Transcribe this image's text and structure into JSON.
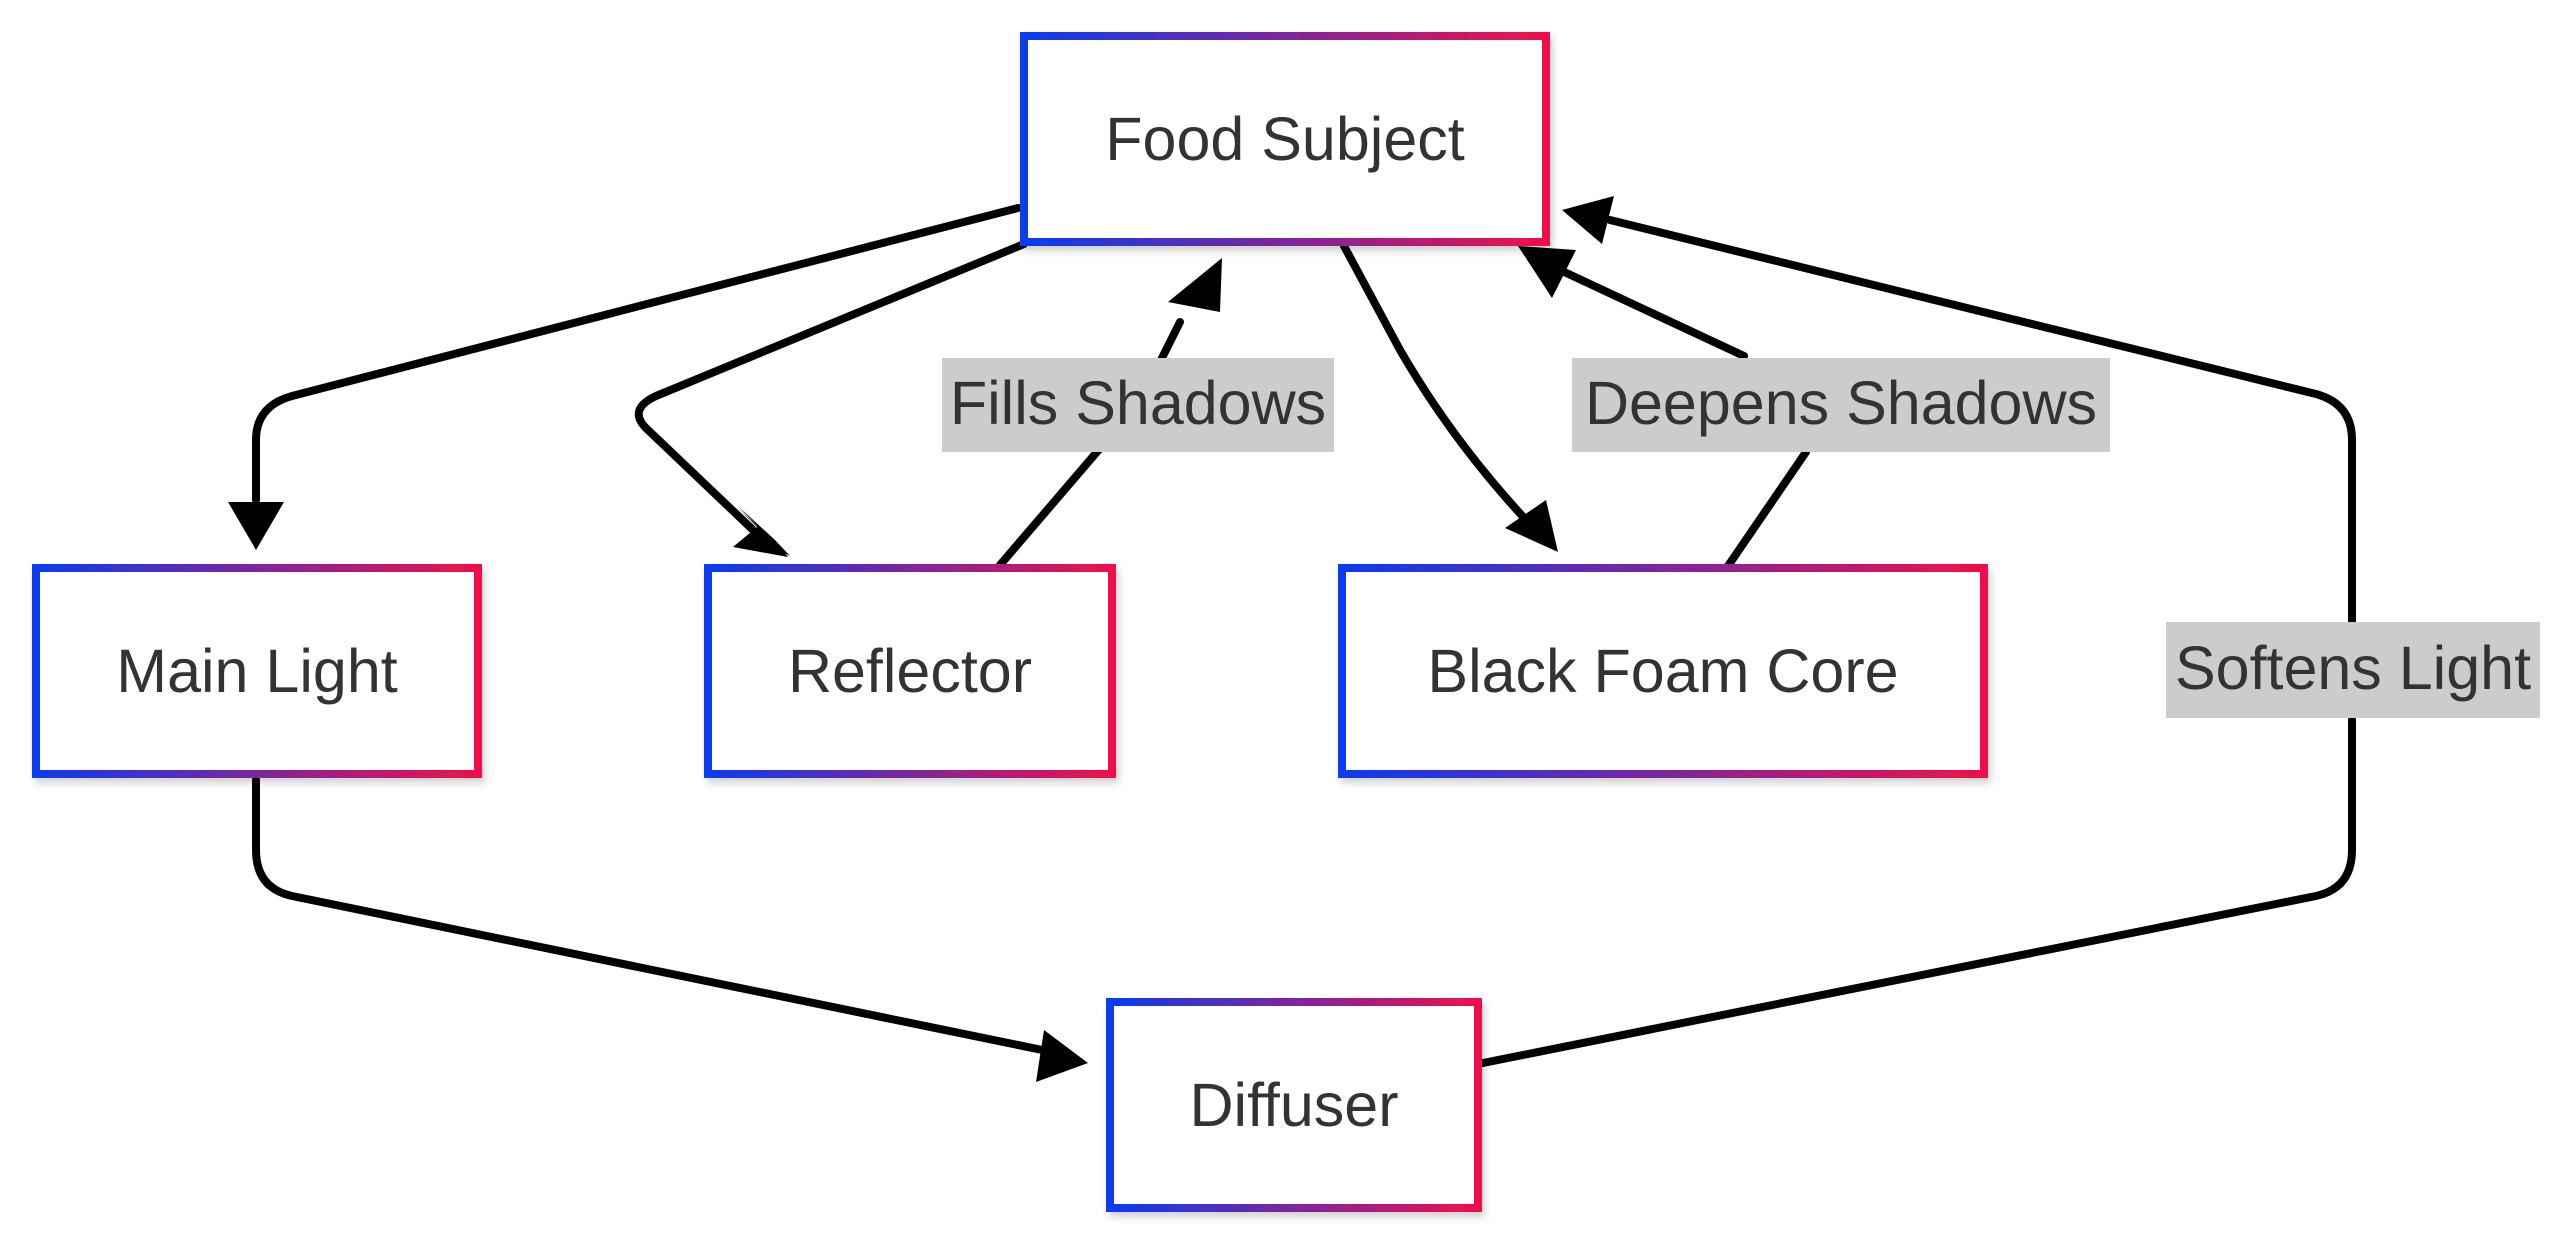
{
  "nodes": {
    "food_subject": "Food Subject",
    "main_light": "Main Light",
    "reflector": "Reflector",
    "black_foam_core": "Black Foam Core",
    "diffuser": "Diffuser"
  },
  "edge_labels": {
    "fills_shadows": "Fills Shadows",
    "deepens_shadows": "Deepens Shadows",
    "softens_light": "Softens Light"
  },
  "colors": {
    "node_border_start": "#0a3cf0",
    "node_border_end": "#f0104a",
    "edge": "#000000",
    "edge_label_background": "#cccccc",
    "text": "#333333"
  }
}
